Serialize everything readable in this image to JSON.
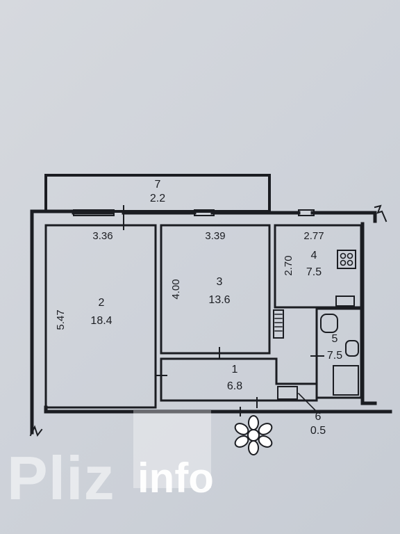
{
  "rooms": [
    {
      "number": "7",
      "area": "2.2"
    },
    {
      "number": "2",
      "area": "18.4"
    },
    {
      "number": "3",
      "area": "13.6"
    },
    {
      "number": "4",
      "area": "7.5"
    },
    {
      "number": "5",
      "area": "7.5"
    },
    {
      "number": "1",
      "area": "6.8"
    },
    {
      "number": "6",
      "area": "0.5"
    }
  ],
  "dimensions": {
    "room2_width": "3.36",
    "room2_height": "5.47",
    "room3_width": "3.39",
    "room3_height": "4.00",
    "room4_width": "2.77",
    "room4_height": "2.70"
  },
  "watermark": {
    "brand_main": "Pliz",
    "brand_suffix": "info"
  },
  "colors": {
    "paper": "#cfd3da",
    "ink": "#1b1d22",
    "watermark": "#ffffff"
  }
}
